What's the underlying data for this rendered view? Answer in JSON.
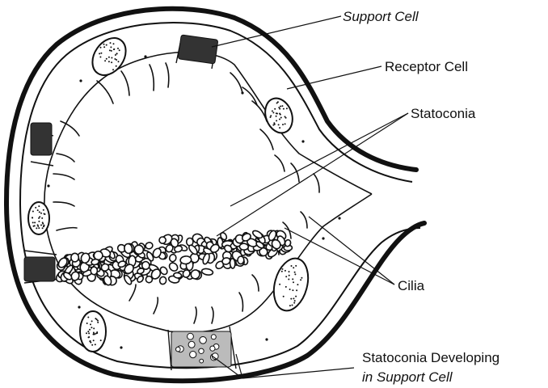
{
  "labels": {
    "support_cell": "Support Cell",
    "receptor_cell": "Receptor Cell",
    "statoconia": "Statoconia",
    "cilia": "Cilia",
    "developing_line1": "Statoconia Developing",
    "developing_line2": "in Support Cell"
  },
  "colors": {
    "ink": "#111111",
    "background": "#ffffff"
  }
}
